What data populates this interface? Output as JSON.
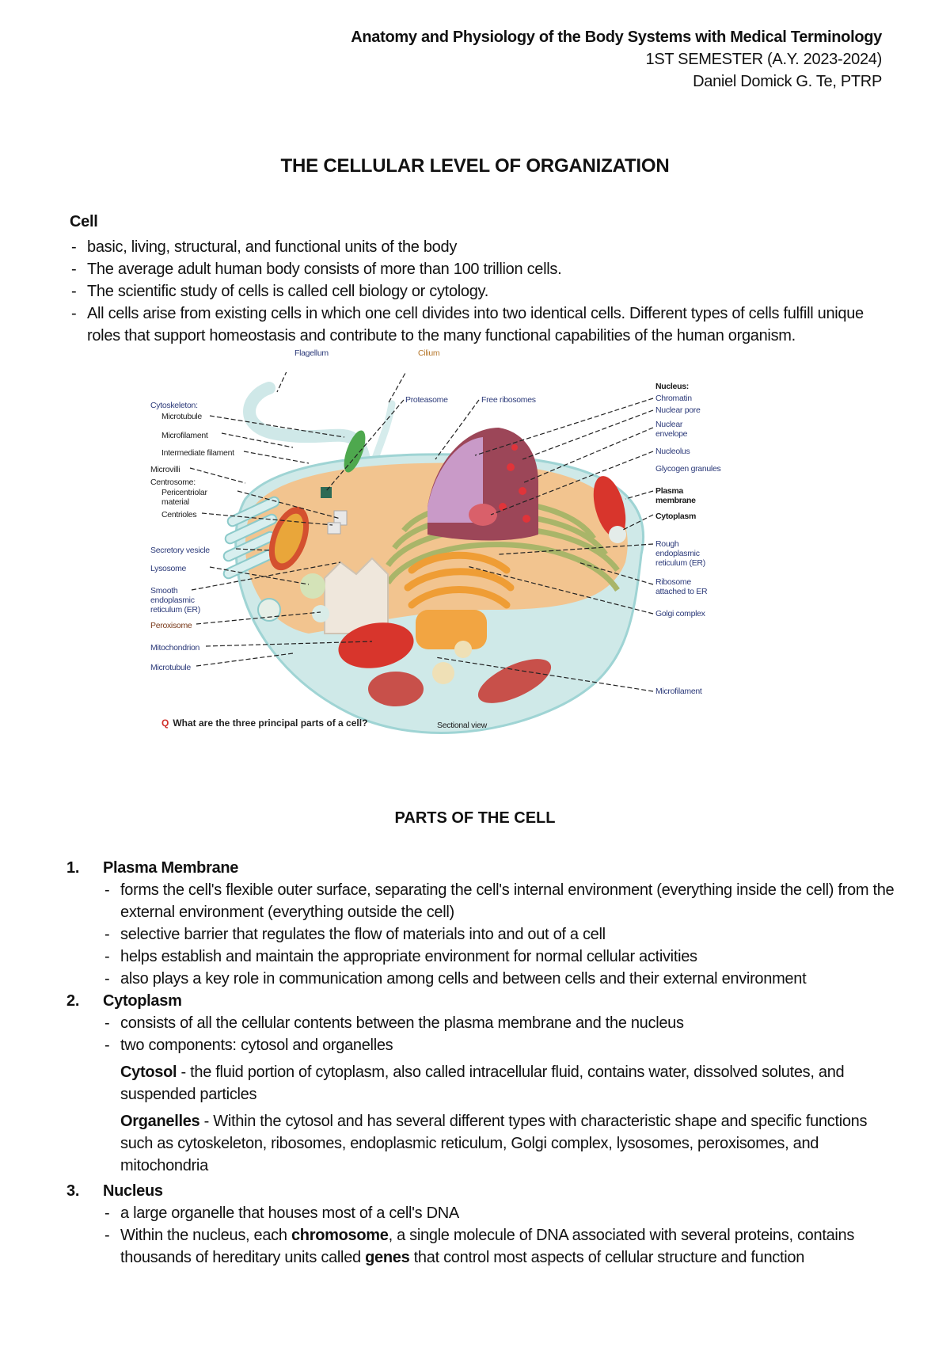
{
  "header": {
    "course": "Anatomy and Physiology of the Body Systems with Medical Terminology",
    "semester": "1ST SEMESTER (A.Y. 2023-2024)",
    "instructor": "Daniel Domick G. Te, PTRP"
  },
  "title": "THE CELLULAR LEVEL OF ORGANIZATION",
  "cell": {
    "heading": "Cell",
    "bullets": [
      "basic, living, structural, and functional units of the body",
      "The average adult human body consists of more than 100 trillion cells.",
      "The scientific study of cells is called cell biology or cytology.",
      "All cells arise from existing cells in which one cell divides into two identical cells. Different types of cells fulfill unique roles that support homeostasis and contribute to the many functional capabilities of the human organism."
    ]
  },
  "diagram": {
    "labels_left": {
      "cytoskeleton": "Cytoskeleton:",
      "microtubule": "Microtubule",
      "microfilament": "Microfilament",
      "intermediate_filament": "Intermediate filament",
      "microvilli": "Microvilli",
      "centrosome": "Centrosome:",
      "pericentriolar": "Pericentriolar material",
      "centrioles": "Centrioles",
      "secretory_vesicle": "Secretory vesicle",
      "lysosome": "Lysosome",
      "smooth_er": "Smooth endoplasmic reticulum (ER)",
      "peroxisome": "Peroxisome",
      "mitochondrion": "Mitochondrion",
      "microtubule_lower": "Microtubule"
    },
    "labels_top": {
      "flagellum": "Flagellum",
      "cilium": "Cilium",
      "proteasome": "Proteasome",
      "free_ribosomes": "Free ribosomes"
    },
    "labels_right": {
      "nucleus": "Nucleus:",
      "chromatin": "Chromatin",
      "nuclear_pore": "Nuclear pore",
      "nuclear_envelope": "Nuclear envelope",
      "nucleolus": "Nucleolus",
      "glycogen": "Glycogen granules",
      "plasma_membrane": "Plasma membrane",
      "cytoplasm": "Cytoplasm",
      "rough_er": "Rough endoplasmic reticulum (ER)",
      "ribosome_er": "Ribosome attached to ER",
      "golgi": "Golgi complex",
      "microfilament_lower": "Microfilament"
    },
    "question_mark": "Q",
    "question": "What are the three principal parts of a cell?",
    "caption": "Sectional view",
    "colors": {
      "cytoplasm": "#f2c48f",
      "membrane": "#bfe3e3",
      "nucleus": "#a04a5e",
      "nucleoplasm": "#c89ac4",
      "er": "#b9c27a",
      "golgi": "#f0a23a",
      "mitochondria": "#d8442f",
      "question_mark": "#d0302a"
    }
  },
  "parts_title": "PARTS OF THE CELL",
  "parts": [
    {
      "num": "1.",
      "name": "Plasma Membrane",
      "bullets": [
        "forms the cell's flexible outer surface, separating the cell's internal environment (everything inside the cell) from the external environment (everything outside the cell)",
        "selective barrier that regulates the flow of materials into and out of a cell",
        "helps establish and maintain the appropriate environment for normal cellular activities",
        "also plays a key role in communication among cells and between cells and their external environment"
      ]
    },
    {
      "num": "2.",
      "name": "Cytoplasm",
      "bullets": [
        "consists of all the cellular contents between the plasma membrane and the nucleus",
        "two components: cytosol and organelles"
      ],
      "subs": [
        {
          "term": "Cytosol",
          "text": " - the fluid portion of cytoplasm, also called intracellular fluid, contains water, dissolved solutes, and suspended particles"
        },
        {
          "term": "Organelles",
          "text": " - Within the cytosol and has several different types with characteristic shape and specific functions such as cytoskeleton, ribosomes, endoplasmic reticulum, Golgi complex, lysosomes, peroxisomes, and mitochondria"
        }
      ]
    },
    {
      "num": "3.",
      "name": "Nucleus",
      "bullet1": "a large organelle that houses most of a cell's DNA",
      "bullet2_pre": "Within the nucleus, each ",
      "bullet2_bold1": "chromosome",
      "bullet2_mid": ", a single molecule of DNA associated with several proteins, contains thousands of hereditary units called ",
      "bullet2_bold2": "genes",
      "bullet2_post": " that control most aspects of cellular structure and function"
    }
  ]
}
